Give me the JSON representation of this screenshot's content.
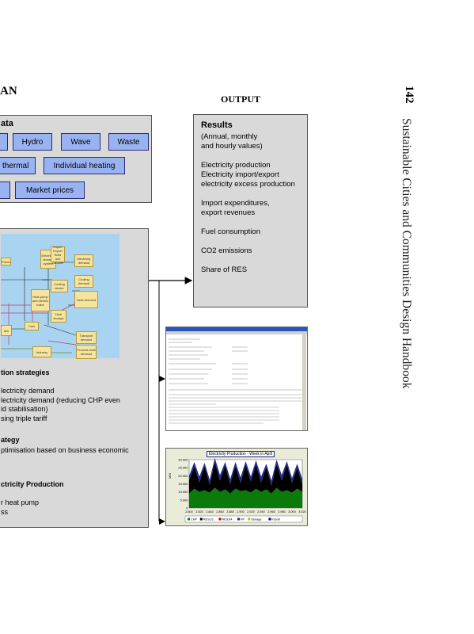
{
  "page": {
    "left_heading": "AN",
    "output_heading": "OUTPUT",
    "page_number": "142",
    "running_title": "Sustainable Cities and Communities Design Handbook"
  },
  "input_panel": {
    "title": "ata",
    "row1": [
      "Hydro",
      "Wave",
      "Waste"
    ],
    "row2": [
      "thermal",
      "Individual heating"
    ],
    "row3": [
      "Market prices"
    ]
  },
  "model_panel": {
    "diagram_labels": {
      "electricity_storage": "Electricity storage system",
      "import_export": "Import Export fixed and variable",
      "electricity_demand": "Electricity demand",
      "cooling_device": "Cooling device",
      "cooling_demand": "Cooling demand",
      "heat_pump": "Heat pump and electric boiler",
      "heat_demand": "Heat demand",
      "heat_storage": "Heat storage",
      "cars": "Cars",
      "transport_demand": "Transport demand",
      "industry": "Industry",
      "process_heat_demand": "Process heat demand",
      "power": "Power",
      "left_box": "tion"
    },
    "strategies_title": "tion strategies",
    "strategies_lines": [
      "lectricity demand",
      "lectricity demand (reducing CHP even",
      "id stabilisation)",
      "sing triple tariff"
    ],
    "strategy2_title": "ategy",
    "strategy2_lines": [
      "ptimisation based on business economic"
    ],
    "strategy3_title": "ctricity Production",
    "strategy3_lines": [
      "r heat pump",
      "ss"
    ]
  },
  "results": {
    "title": "Results",
    "lines": [
      "(Annual, monthly",
      "and hourly values)",
      "",
      "Electricity production",
      "Electricity import/export",
      "electricity excess production",
      "",
      "Import expenditures,",
      "export revenues",
      "",
      "Fuel consumption",
      "",
      "CO2 emissions",
      "",
      "Share of RES"
    ]
  },
  "chart_data": {
    "type": "area",
    "title": "Electricity Production - Week in April",
    "ylabel": "MW",
    "x_ticks": [
      "2.800",
      "2.820",
      "2.840",
      "2.860",
      "2.880",
      "2.900",
      "2.920",
      "2.940",
      "2.960",
      "2.980",
      "3.000",
      "3.020"
    ],
    "y_ticks": [
      0,
      5000,
      10000,
      15000,
      20000,
      25000,
      30000
    ],
    "y_tick_labels": [
      "0",
      "5.000",
      "10.000",
      "15.000",
      "20.000",
      "25.000",
      "30.000"
    ],
    "ylim": [
      0,
      30000
    ],
    "x": [
      2800,
      2810,
      2820,
      2830,
      2840,
      2850,
      2860,
      2870,
      2880,
      2890,
      2900,
      2910,
      2920,
      2930,
      2940,
      2950,
      2960,
      2970,
      2980,
      2990,
      3000,
      3010,
      3020
    ],
    "series": [
      {
        "name": "CHP",
        "color": "#0a7a0a",
        "values": [
          9000,
          12000,
          10000,
          11000,
          9500,
          12500,
          10000,
          11500,
          9000,
          12000,
          10500,
          11000,
          9500,
          12000,
          10000,
          11500,
          9000,
          12500,
          10000,
          11000,
          9500,
          12000,
          10000
        ]
      },
      {
        "name": "RES1/2",
        "color": "#000000",
        "values": [
          8000,
          14000,
          6000,
          15000,
          5000,
          16000,
          7000,
          15000,
          6000,
          14000,
          5000,
          16000,
          7000,
          15000,
          6000,
          14000,
          5000,
          15000,
          7000,
          16000,
          6000,
          13000,
          5000
        ]
      },
      {
        "name": "RES3/4",
        "color": "#c00000",
        "values": [
          0,
          0,
          0,
          0,
          0,
          0,
          0,
          0,
          0,
          0,
          0,
          0,
          0,
          0,
          0,
          0,
          0,
          0,
          0,
          0,
          0,
          0,
          0
        ]
      },
      {
        "name": "PP",
        "color": "#1f2a8c",
        "values": [
          3000,
          2500,
          3500,
          2000,
          3000,
          2500,
          3500,
          2000,
          3000,
          2500,
          3500,
          2000,
          3000,
          2500,
          3500,
          2000,
          3000,
          2500,
          3500,
          2000,
          3000,
          2500,
          3000
        ]
      },
      {
        "name": "Storage",
        "color": "#99cc00",
        "values": [
          0,
          0,
          0,
          0,
          0,
          0,
          0,
          0,
          0,
          0,
          0,
          0,
          0,
          0,
          0,
          0,
          0,
          0,
          0,
          0,
          0,
          0,
          0
        ]
      },
      {
        "name": "Import",
        "color": "#000080",
        "values": [
          0,
          0,
          0,
          0,
          0,
          0,
          0,
          0,
          0,
          0,
          0,
          0,
          0,
          0,
          0,
          0,
          0,
          0,
          0,
          0,
          0,
          0,
          0
        ]
      }
    ]
  }
}
